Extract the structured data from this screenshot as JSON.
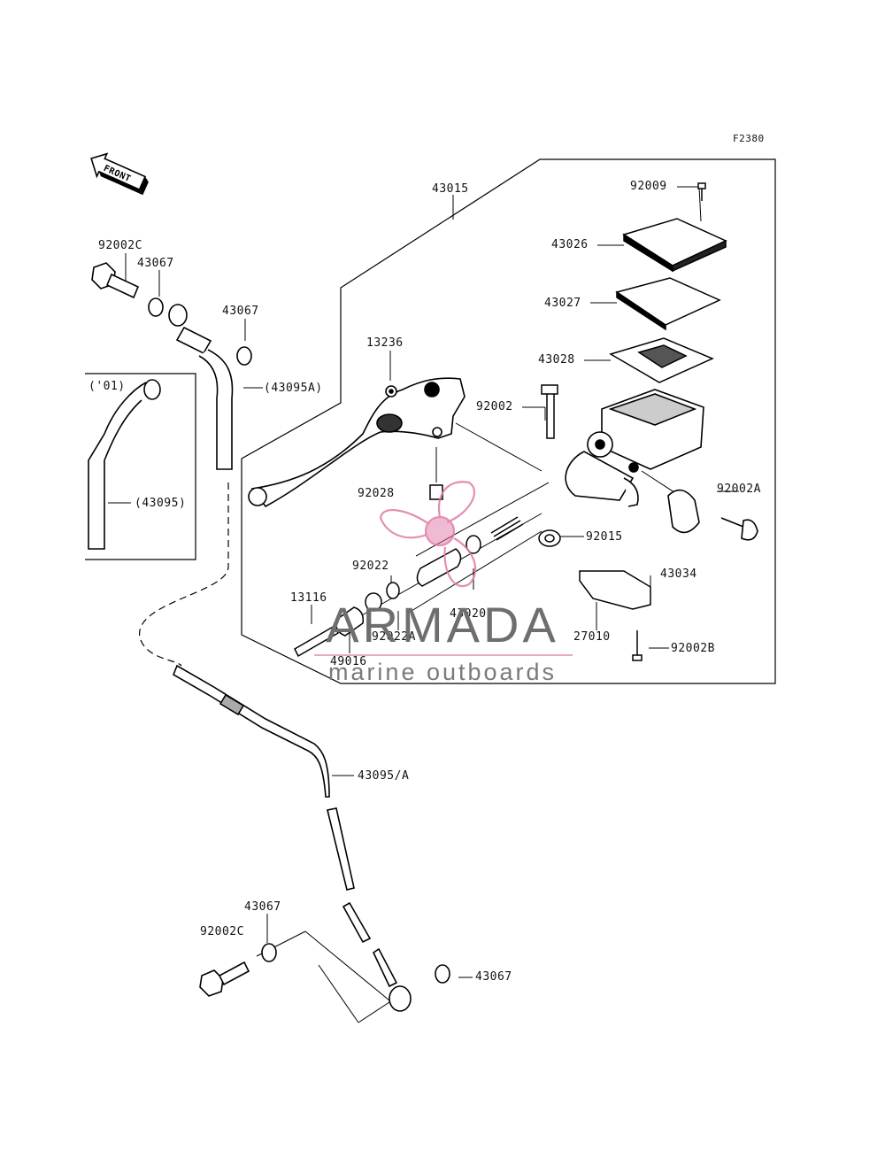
{
  "diagram": {
    "code": "F2380",
    "front_label": "FRONT",
    "inset_label": "('01)",
    "parts": {
      "p43015": "43015",
      "p92009": "92009",
      "p43026": "43026",
      "p43027": "43027",
      "p43028": "43028",
      "p13236": "13236",
      "p92002": "92002",
      "p92002A": "92002A",
      "p92028": "92028",
      "p92015": "92015",
      "p92022": "92022",
      "p43034": "43034",
      "p13116": "13116",
      "p43020": "43020",
      "p92022A": "92022A",
      "p27010": "27010",
      "p92002B": "92002B",
      "p49016": "49016",
      "p92002C_top": "92002C",
      "p43067_top1": "43067",
      "p43067_top2": "43067",
      "p43095A_paren": "(43095A)",
      "p43095_paren": "(43095)",
      "p43095A": "43095/A",
      "p43067_bot1": "43067",
      "p92002C_bot": "92002C",
      "p43067_bot2": "43067"
    }
  },
  "watermark": {
    "brand": "ARMADA",
    "tagline": "marine outboards",
    "accent_color": "#e07aa6",
    "text_color": "#6e6e6e"
  }
}
